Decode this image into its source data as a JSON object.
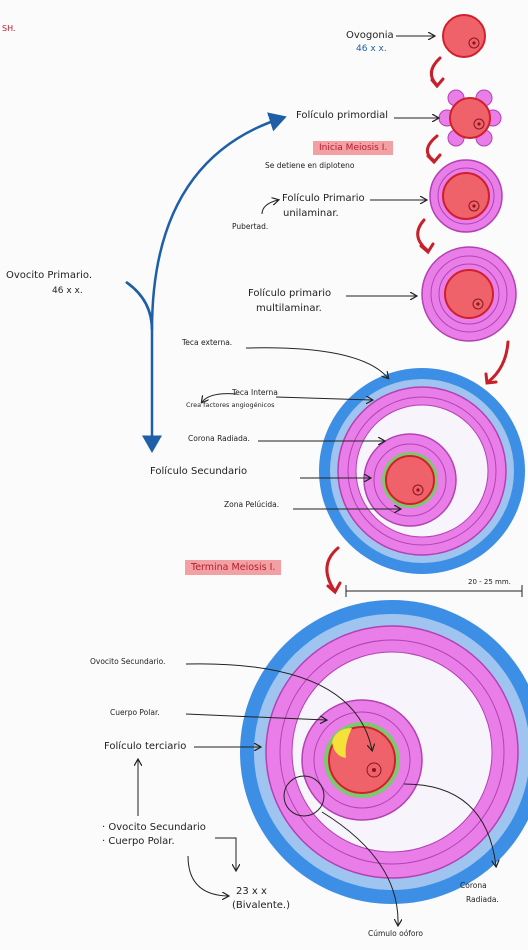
{
  "corner_mark": "SH.",
  "stages": {
    "ovogonia": "Ovogonia",
    "ovogonia_chrom": "46 x x.",
    "primordial": "Folículo primordial",
    "inicia": "Inicia Meiosis I.",
    "diploteno": "Se detiene en diploteno",
    "primario_uni_1": "Folículo Primario",
    "primario_uni_2": "unilaminar.",
    "pubertad": "Pubertad.",
    "primario_multi_1": "Folículo primario",
    "primario_multi_2": "multilaminar."
  },
  "primary_oocyte": {
    "label": "Ovocito Primario.",
    "chrom": "46 x x."
  },
  "secondary": {
    "teca_externa": "Teca externa.",
    "teca_interna": "Teca Interna",
    "angiogenicos": "Crea factores angiogénicos",
    "corona": "Corona Radiada.",
    "folic_sec": "Folículo Secundario",
    "zona": "Zona Pelúcida."
  },
  "termina": "Termina Meiosis I.",
  "size": "20 - 25 mm.",
  "tertiary": {
    "ovocito_sec": "Ovocito Secundario.",
    "cuerpo_polar": "Cuerpo Polar.",
    "folic_ter": "Folículo terciario",
    "list_1": "· Ovocito Secundario",
    "list_2": "· Cuerpo  Polar.",
    "chrom_1": "23 x x",
    "chrom_2": "(Bivalente.)",
    "corona_1": "Corona",
    "corona_2": "Radiada.",
    "cumulo": "Cúmulo oóforo"
  }
}
